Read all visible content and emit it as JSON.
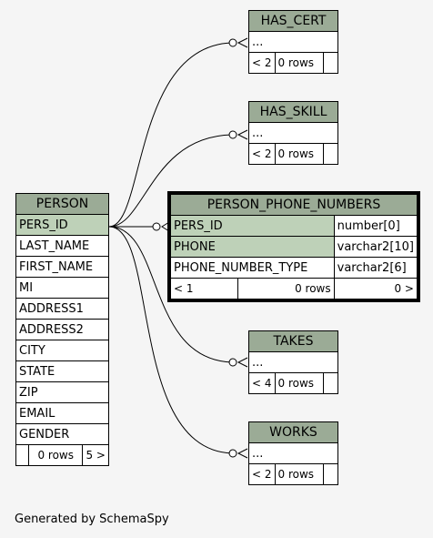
{
  "tables": {
    "has_cert": {
      "name": "HAS_CERT",
      "rows": [
        "..."
      ],
      "foot": [
        "< 2",
        "0 rows",
        ""
      ]
    },
    "has_skill": {
      "name": "HAS_SKILL",
      "rows": [
        "..."
      ],
      "foot": [
        "< 2",
        "0 rows",
        ""
      ]
    },
    "person": {
      "name": "PERSON",
      "columns": [
        "PERS_ID",
        "LAST_NAME",
        "FIRST_NAME",
        "MI",
        "ADDRESS1",
        "ADDRESS2",
        "CITY",
        "STATE",
        "ZIP",
        "EMAIL",
        "GENDER"
      ],
      "foot": [
        "",
        "0 rows",
        "5 >"
      ]
    },
    "person_phone_numbers": {
      "name": "PERSON_PHONE_NUMBERS",
      "columns": [
        {
          "name": "PERS_ID",
          "type": "number[0]"
        },
        {
          "name": "PHONE",
          "type": "varchar2[10]"
        },
        {
          "name": "PHONE_NUMBER_TYPE",
          "type": "varchar2[6]"
        }
      ],
      "foot": [
        "< 1",
        "0 rows",
        "0 >"
      ]
    },
    "takes": {
      "name": "TAKES",
      "rows": [
        "..."
      ],
      "foot": [
        "< 4",
        "0 rows",
        ""
      ]
    },
    "works": {
      "name": "WORKS",
      "rows": [
        "..."
      ],
      "foot": [
        "< 2",
        "0 rows",
        ""
      ]
    }
  },
  "generated_by": "Generated by SchemaSpy",
  "colors": {
    "header": "#9bab96",
    "key_column": "#bed1b8",
    "background": "#f5f5f5"
  }
}
